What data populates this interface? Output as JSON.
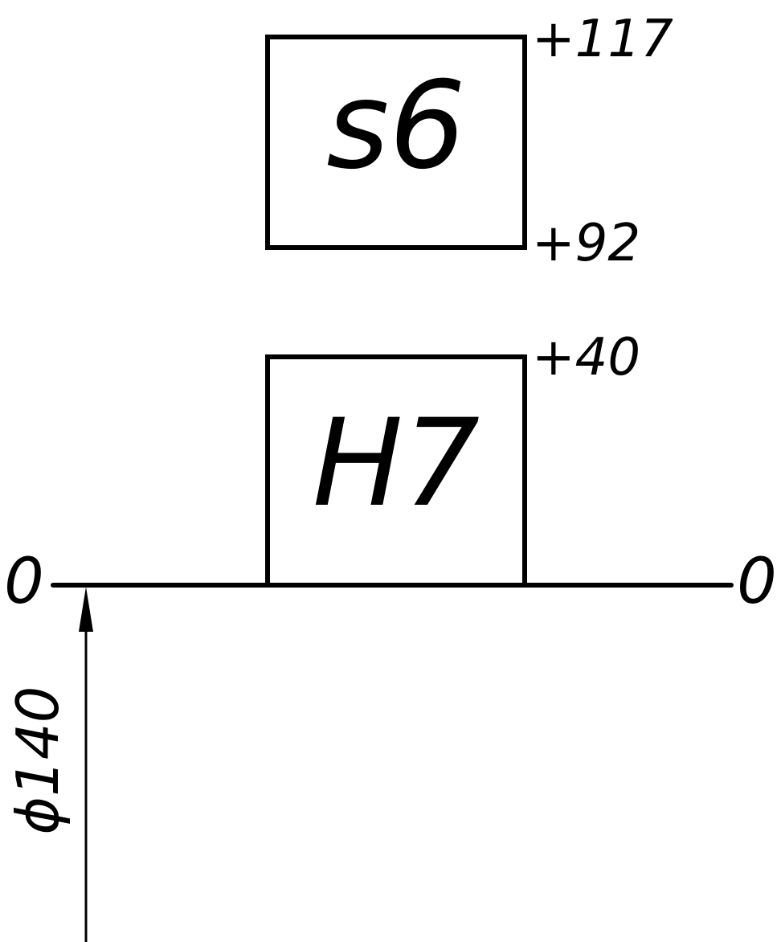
{
  "shaft_zone": {
    "label": "s6",
    "upper_deviation": "+117",
    "lower_deviation": "+92"
  },
  "hole_zone": {
    "label": "H7",
    "upper_deviation": "+40"
  },
  "zero_line": {
    "left_label": "0",
    "right_label": "0"
  },
  "nominal_dimension": {
    "label": "ϕ140"
  },
  "colors": {
    "line": "#000000",
    "background": "#ffffff"
  }
}
